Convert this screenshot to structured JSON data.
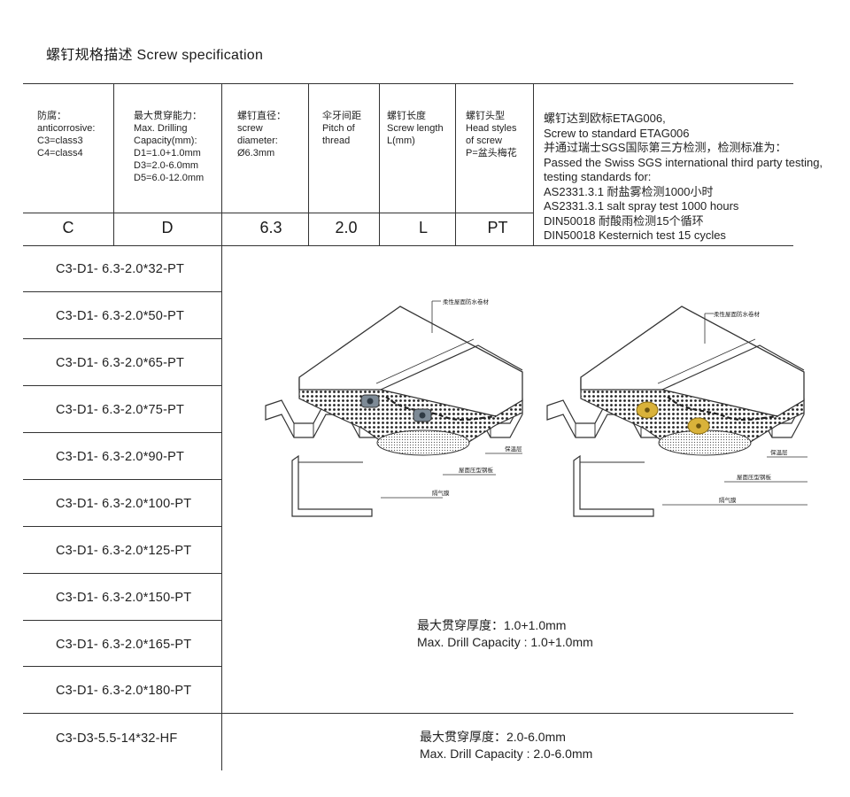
{
  "title": "螺钉规格描述 Screw specification",
  "spec_table": {
    "columns": [
      {
        "header": [
          "防腐：",
          "anticorrosive:",
          "C3=class3",
          "C4=class4"
        ],
        "code": "C"
      },
      {
        "header": [
          "最大贯穿能力：",
          "Max. Drilling",
          "Capacity(mm):",
          "D1=1.0+1.0mm",
          "D3=2.0-6.0mm",
          "D5=6.0-12.0mm"
        ],
        "code": "D"
      },
      {
        "header": [
          "螺钉直径：",
          "screw",
          "diameter:",
          "Ø6.3mm"
        ],
        "code": "6.3"
      },
      {
        "header": [
          "伞牙间距",
          "Pitch of",
          "thread"
        ],
        "code": "2.0"
      },
      {
        "header": [
          "螺钉长度",
          "Screw length",
          "L(mm)"
        ],
        "code": "L"
      },
      {
        "header": [
          "螺钉头型",
          "Head styles",
          "of screw",
          "P=盆头梅花"
        ],
        "code": "PT"
      }
    ],
    "notes": [
      "螺钉达到欧标ETAG006,",
      "Screw to standard ETAG006",
      "并通过瑞士SGS国际第三方检测，检测标准为：",
      "Passed the Swiss SGS international third party testing,",
      "testing standards for:",
      "AS2331.3.1 耐盐雾检测1000小时",
      "AS2331.3.1 salt spray test 1000 hours",
      "DIN50018 耐酸雨检测15个循环",
      "DIN50018 Kesternich test 15 cycles"
    ]
  },
  "models_d1": [
    "C3-D1- 6.3-2.0*32-PT",
    "C3-D1- 6.3-2.0*50-PT",
    "C3-D1- 6.3-2.0*65-PT",
    "C3-D1- 6.3-2.0*75-PT",
    "C3-D1- 6.3-2.0*90-PT",
    "C3-D1- 6.3-2.0*100-PT",
    "C3-D1- 6.3-2.0*125-PT",
    "C3-D1- 6.3-2.0*150-PT",
    "C3-D1- 6.3-2.0*165-PT",
    "C3-D1- 6.3-2.0*180-PT"
  ],
  "model_d3": "C3-D3-5.5-14*32-HF",
  "capacity_d1": {
    "cn": "最大贯穿厚度：1.0+1.0mm",
    "en": "Max. Drill Capacity : 1.0+1.0mm"
  },
  "capacity_d3": {
    "cn": "最大贯穿厚度：2.0-6.0mm",
    "en": "Max. Drill Capacity : 2.0-6.0mm"
  },
  "diagram_labels": {
    "membrane": "柔性屋面防水卷材",
    "insulation": "保温层",
    "steel_deck": "屋面压型钢板",
    "vapor_barrier": "隔气膜"
  },
  "colors": {
    "washer_left": "#7d8a96",
    "washer_right": "#d9b23a",
    "line": "#333333"
  }
}
